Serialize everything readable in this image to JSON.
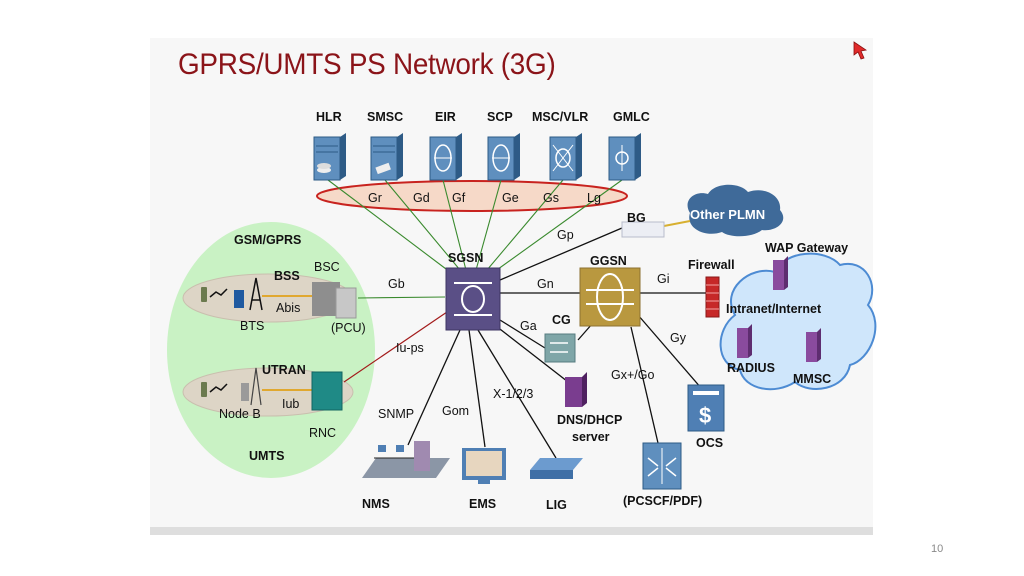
{
  "slide": {
    "title": "GPRS/UMTS PS Network (3G)",
    "page_number": "10",
    "colors": {
      "title": "#8b1419",
      "sgsn": "#5a4f86",
      "ggsn": "#b9983f",
      "interface_ellipse_fill": "#f6d9c8",
      "interface_ellipse_stroke": "#c8231f",
      "access_oval": "#c9f2c4",
      "internet_cloud": "#cfe6fb",
      "plmn_cloud": "#3f6a99",
      "green_link": "#3a8a2e",
      "red_link": "#a31b1b"
    }
  },
  "core_nodes": {
    "top": [
      {
        "id": "hlr",
        "label": "HLR"
      },
      {
        "id": "smsc",
        "label": "SMSC"
      },
      {
        "id": "eir",
        "label": "EIR"
      },
      {
        "id": "scp",
        "label": "SCP"
      },
      {
        "id": "msc_vlr",
        "label": "MSC/VLR"
      },
      {
        "id": "gmlc",
        "label": "GMLC"
      }
    ],
    "top_interfaces": [
      "Gr",
      "Gd",
      "Gf",
      "Ge",
      "Gs",
      "Lg"
    ],
    "sgsn": "SGSN",
    "ggsn": "GGSN",
    "cg": "CG",
    "bg": "BG",
    "other_plmn": "Other PLMN",
    "firewall": "Firewall",
    "intranet": "Intranet/Internet",
    "wap_gateway": "WAP Gateway",
    "radius": "RADIUS",
    "mmsc": "MMSC",
    "ocs": "OCS",
    "pcscf": "(PCSCF/PDF)",
    "dns_line1": "DNS/DHCP",
    "dns_line2": "server",
    "nms": "NMS",
    "ems": "EMS",
    "lig": "LIG"
  },
  "interfaces": {
    "gb": "Gb",
    "iu_ps": "Iu-ps",
    "gp": "Gp",
    "gn": "Gn",
    "gi": "Gi",
    "ga": "Ga",
    "gy": "Gy",
    "gx": "Gx+/Go",
    "x123": "X-1/2/3",
    "gom": "Gom",
    "snmp": "SNMP"
  },
  "access": {
    "gsm_gprs": "GSM/GPRS",
    "bss": "BSS",
    "bsc": "BSC",
    "abis": "Abis",
    "bts": "BTS",
    "pcu": "(PCU)",
    "utran": "UTRAN",
    "iub": "Iub",
    "node_b": "Node B",
    "rnc": "RNC",
    "umts": "UMTS"
  }
}
